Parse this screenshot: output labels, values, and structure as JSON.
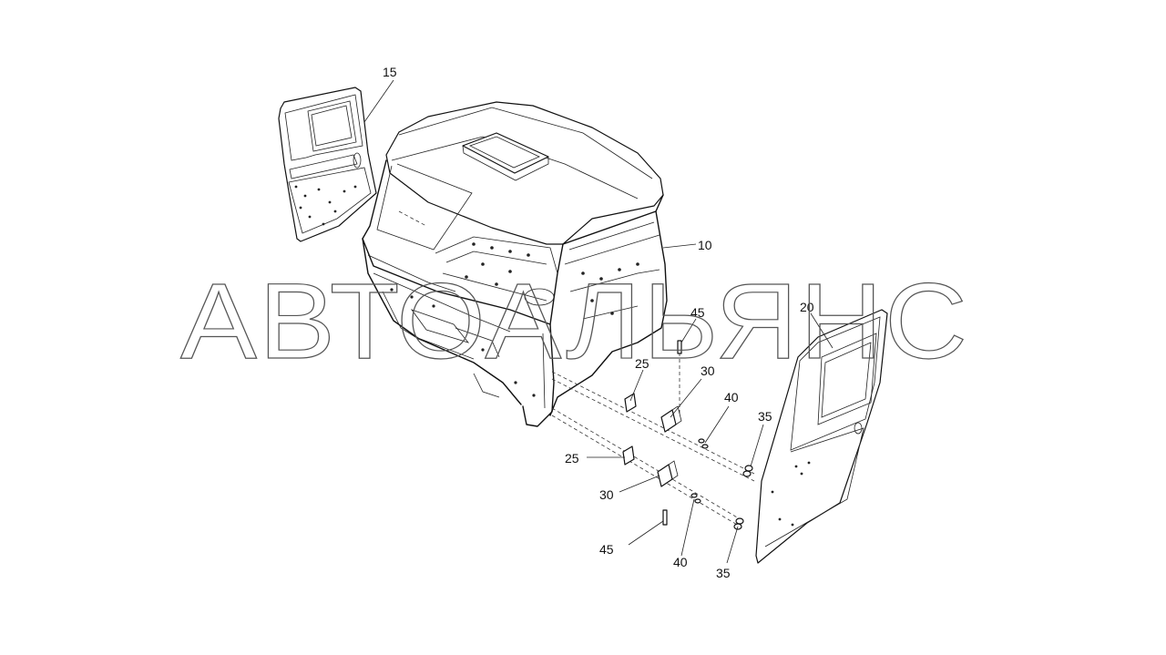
{
  "watermark": "АВТОАЛЬЯНС",
  "callouts": {
    "c15": "15",
    "c10": "10",
    "c20": "20",
    "c45_top": "45",
    "c25_top": "25",
    "c30_top": "30",
    "c40_top": "40",
    "c35_top": "35",
    "c25_bottom": "25",
    "c30_bottom": "30",
    "c45_bottom": "45",
    "c40_bottom": "40",
    "c35_bottom": "35"
  }
}
